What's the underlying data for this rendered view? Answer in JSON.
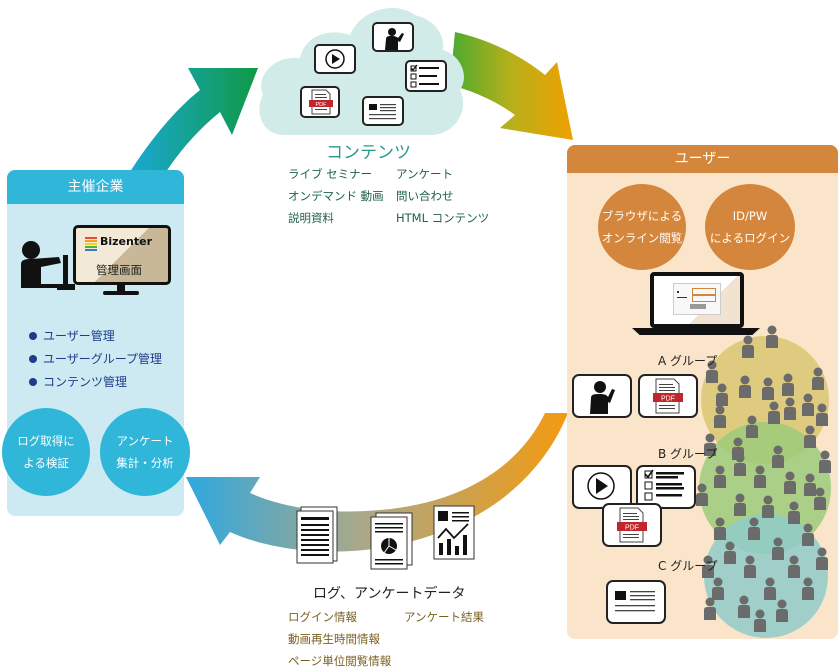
{
  "organizer": {
    "title": "主催企業",
    "monitor_brand": "Bizenter",
    "monitor_caption": "管理画面",
    "features": [
      "ユーザー管理",
      "ユーザーグループ管理",
      "コンテンツ管理"
    ],
    "circles": [
      {
        "line1": "ログ取得に",
        "line2": "よる検証"
      },
      {
        "line1": "アンケート",
        "line2": "集計・分析"
      }
    ],
    "colors": {
      "header": "#2fb6d9",
      "panel": "#cde9f2",
      "text": "#1f3c8c"
    }
  },
  "contents": {
    "title": "コンテンツ",
    "items_left": [
      "ライブ セミナー",
      "オンデマンド 動画",
      "説明資料"
    ],
    "items_right": [
      "アンケート",
      "問い合わせ",
      "HTML コンテンツ"
    ],
    "icons": [
      "video-play-icon",
      "live-presenter-icon",
      "survey-checklist-icon",
      "pdf-document-icon",
      "article-document-icon"
    ],
    "pdf_label": "PDF",
    "cloud_color": "#d0ebe8"
  },
  "users": {
    "title": "ユーザー",
    "circles": [
      {
        "line1": "ブラウザによる",
        "line2": "オンライン閲覧"
      },
      {
        "line1": "ID/PW",
        "line2": "によるログイン"
      }
    ],
    "groups": [
      {
        "label": "A グループ",
        "color": "#dcc878"
      },
      {
        "label": "B グループ",
        "color": "#9ccb7a"
      },
      {
        "label": "C グループ",
        "color": "#8fcbc9"
      }
    ],
    "pdf_label": "PDF",
    "colors": {
      "header": "#d4863c",
      "panel": "#fbe5ca"
    }
  },
  "data": {
    "title": "ログ、アンケートデータ",
    "items_left": [
      "ログイン情報",
      "動画再生時間情報",
      "ページ単位閲覧情報"
    ],
    "items_right": [
      "アンケート結果"
    ]
  }
}
